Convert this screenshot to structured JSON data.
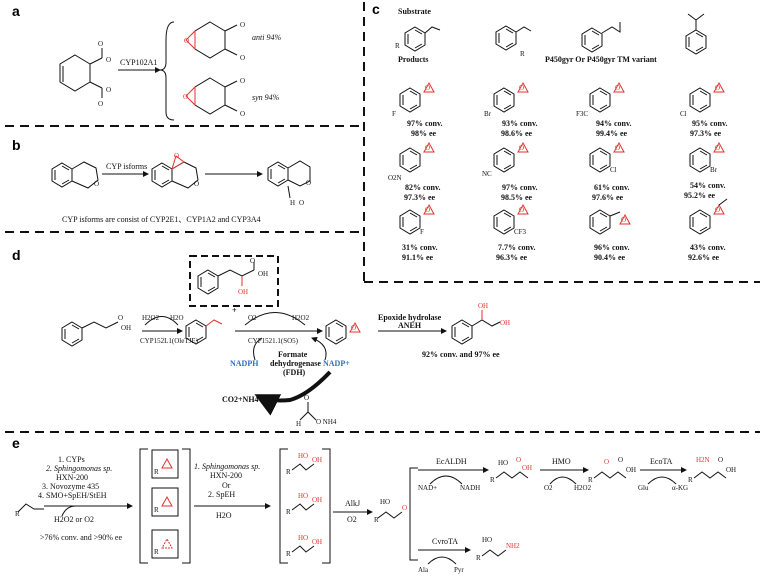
{
  "panels": {
    "a": {
      "label": "a",
      "enzyme": "CYP102A1",
      "anti_result": "anti 94%",
      "syn_result": "syn 94%"
    },
    "b": {
      "label": "b",
      "enzyme": "CYP isforms",
      "footnote": "CYP isforms are consist of CYP2E1、CYP1A2 and CYP3A4"
    },
    "c": {
      "label": "c",
      "substrate_label": "Substrate",
      "products_label": "Products",
      "enzyme_text": "P450gyr Or P450gyr TM variant",
      "substituent_R": "R",
      "results": [
        {
          "sub": "F",
          "conv": "97% conv.",
          "ee": "98% ee"
        },
        {
          "sub": "Br",
          "conv": "93% conv.",
          "ee": "98.6% ee"
        },
        {
          "sub": "F3C",
          "conv": "94% conv.",
          "ee": "99.4% ee"
        },
        {
          "sub": "Cl",
          "conv": "95% conv.",
          "ee": "97.3% ee"
        },
        {
          "sub": "O2N",
          "conv": "82% conv.",
          "ee": "97.3% ee"
        },
        {
          "sub": "NC",
          "conv": "97% conv.",
          "ee": "98.5% ee"
        },
        {
          "sub": "Cl",
          "conv": "61% conv.",
          "ee": "97.6% ee"
        },
        {
          "sub": "Br",
          "conv": "54% conv.",
          "ee": "95.2% ee"
        },
        {
          "sub": "F",
          "conv": "31% conv.",
          "ee": "91.1% ee"
        },
        {
          "sub": "CF3",
          "conv": "7.7% conv.",
          "ee": "96.3% ee"
        },
        {
          "sub": "",
          "conv": "96% conv.",
          "ee": "90.4% ee"
        },
        {
          "sub": "",
          "conv": "43% conv.",
          "ee": "92.6% ee"
        }
      ]
    },
    "d": {
      "label": "d",
      "h2o2_left": "H2O2",
      "h2o_left": "H2O",
      "enzyme_left": "CYP152L1(OleTJE)",
      "o2": "O2",
      "h2o2_right": "H2O2",
      "enzyme_right": "CYP1521.1(SO5)",
      "fdh_line1": "Formate",
      "fdh_line2": "dehydrogenase",
      "fdh_line3": "(FDH)",
      "nadph": "NADPH",
      "nadp": "NADP+",
      "co2": "CO2+NH4",
      "hydrolase_line1": "Epoxide hydrolase",
      "hydrolase_line2": "ANEH",
      "result": "92% conv. and 97% ee",
      "oh": "OH",
      "formate": "O     NH4",
      "plus": "+"
    },
    "e": {
      "label": "e",
      "conditions": [
        "1. CYPs",
        "2. Sphingomonas sp.",
        "HXN-200",
        "3. Novozyme 435",
        "4. SMO+SpEH/StEH"
      ],
      "oxidant": "H2O2 or O2",
      "yield": ">76% conv. and >90% ee",
      "hydrolysis": [
        "1. Sphingomonas sp.",
        "HXN-200",
        "Or",
        "2. SpEH"
      ],
      "h2o": "H2O",
      "alkj": "AlkJ",
      "o2": "O2",
      "ecaldh": "EcALDH",
      "nad": "NAD+",
      "nadh": "NADH",
      "hmo": "HMO",
      "o2b": "O2",
      "h2o2": "H2O2",
      "ecota": "EcoTA",
      "glu": "Glu",
      "akg": "α-KG",
      "cvrota": "CvroTA",
      "ala": "Ala",
      "pyr": "Pyr",
      "oh": "OH",
      "r": "R",
      "nh2": "NH2",
      "h2n": "H2N",
      "o": "O"
    }
  }
}
